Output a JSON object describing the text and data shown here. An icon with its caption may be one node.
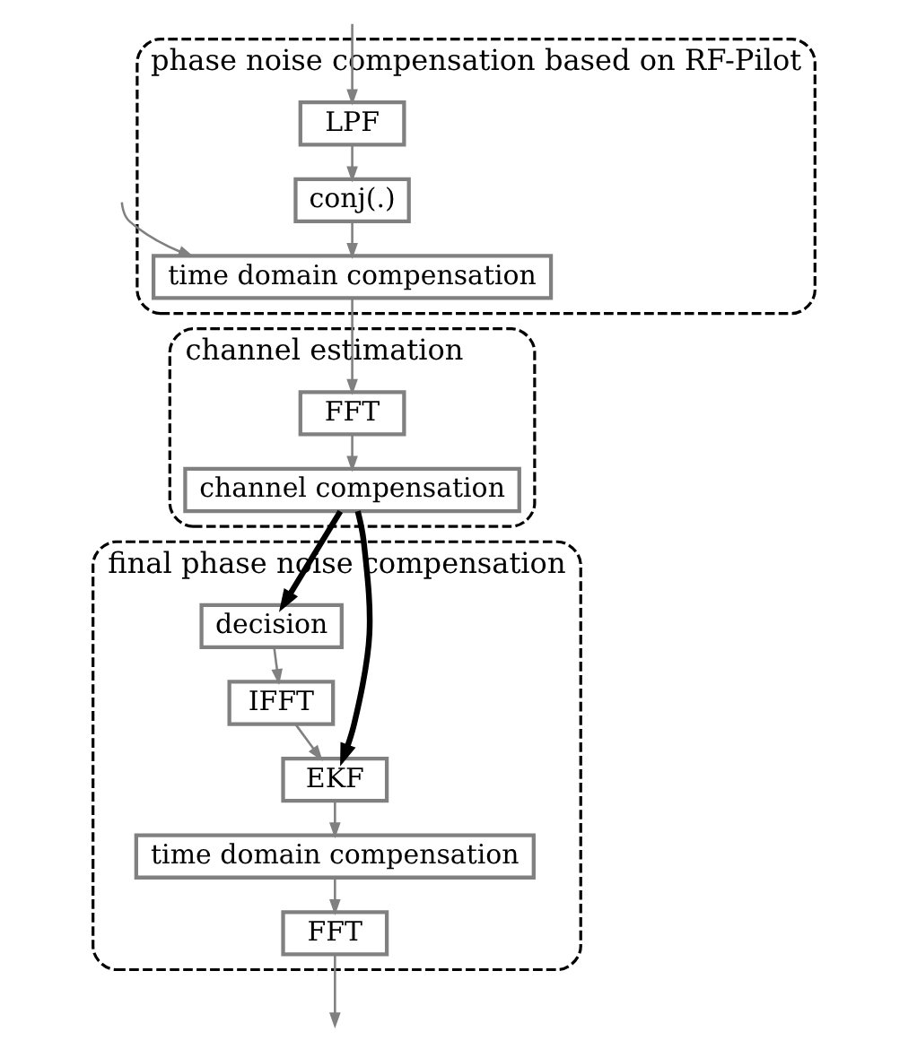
{
  "diagram": {
    "nodes": [
      {
        "text": [
          "phase noise compensation based on RF-Pilot"
        ]
      },
      {
        "text": [
          "LPF"
        ],
        "in": 0
      },
      {
        "text": [
          "conj(.)"
        ],
        "in": 0
      },
      {
        "text": [
          "time domain compensation"
        ],
        "in": 0
      },
      {
        "text": [
          "channel estimation"
        ]
      },
      {
        "text": [
          "FFT"
        ],
        "in": 4
      },
      {
        "text": [
          "channel compensation"
        ],
        "in": 4
      },
      {
        "text": [
          "final phase noise compensation"
        ]
      },
      {
        "text": [
          "decision"
        ],
        "in": 7
      },
      {
        "text": [
          "IFFT"
        ],
        "in": 7
      },
      {
        "text": [
          "EKF"
        ],
        "in": 7
      },
      {
        "text": [
          "time domain compensation"
        ],
        "in": 7
      },
      {
        "text": [
          "FFT"
        ],
        "in": 7
      }
    ],
    "edges": [
      {
        "from": null,
        "to": 3,
        "arrow": "to"
      },
      {
        "from": null,
        "to": 1,
        "arrow": "to"
      },
      {
        "from": 1,
        "to": 2,
        "arrow": "to"
      },
      {
        "from": 2,
        "to": 3,
        "arrow": "to"
      },
      {
        "from": 3,
        "to": 5,
        "arrow": "to"
      },
      {
        "from": 5,
        "to": 6,
        "arrow": "to"
      },
      {
        "from": 6,
        "to": 8,
        "arrow": "to",
        "style": "thick",
        "color": "#000000"
      },
      {
        "from": 6,
        "to": 10,
        "arrow": "to",
        "style": "thick",
        "color": "#000000"
      },
      {
        "from": 8,
        "to": 9,
        "arrow": "to"
      },
      {
        "from": 9,
        "to": 10,
        "arrow": "to"
      },
      {
        "from": 10,
        "to": 11,
        "arrow": "to"
      },
      {
        "from": 11,
        "to": 12,
        "arrow": "to"
      },
      {
        "from": 12,
        "to": null,
        "arrow": "to"
      }
    ]
  }
}
